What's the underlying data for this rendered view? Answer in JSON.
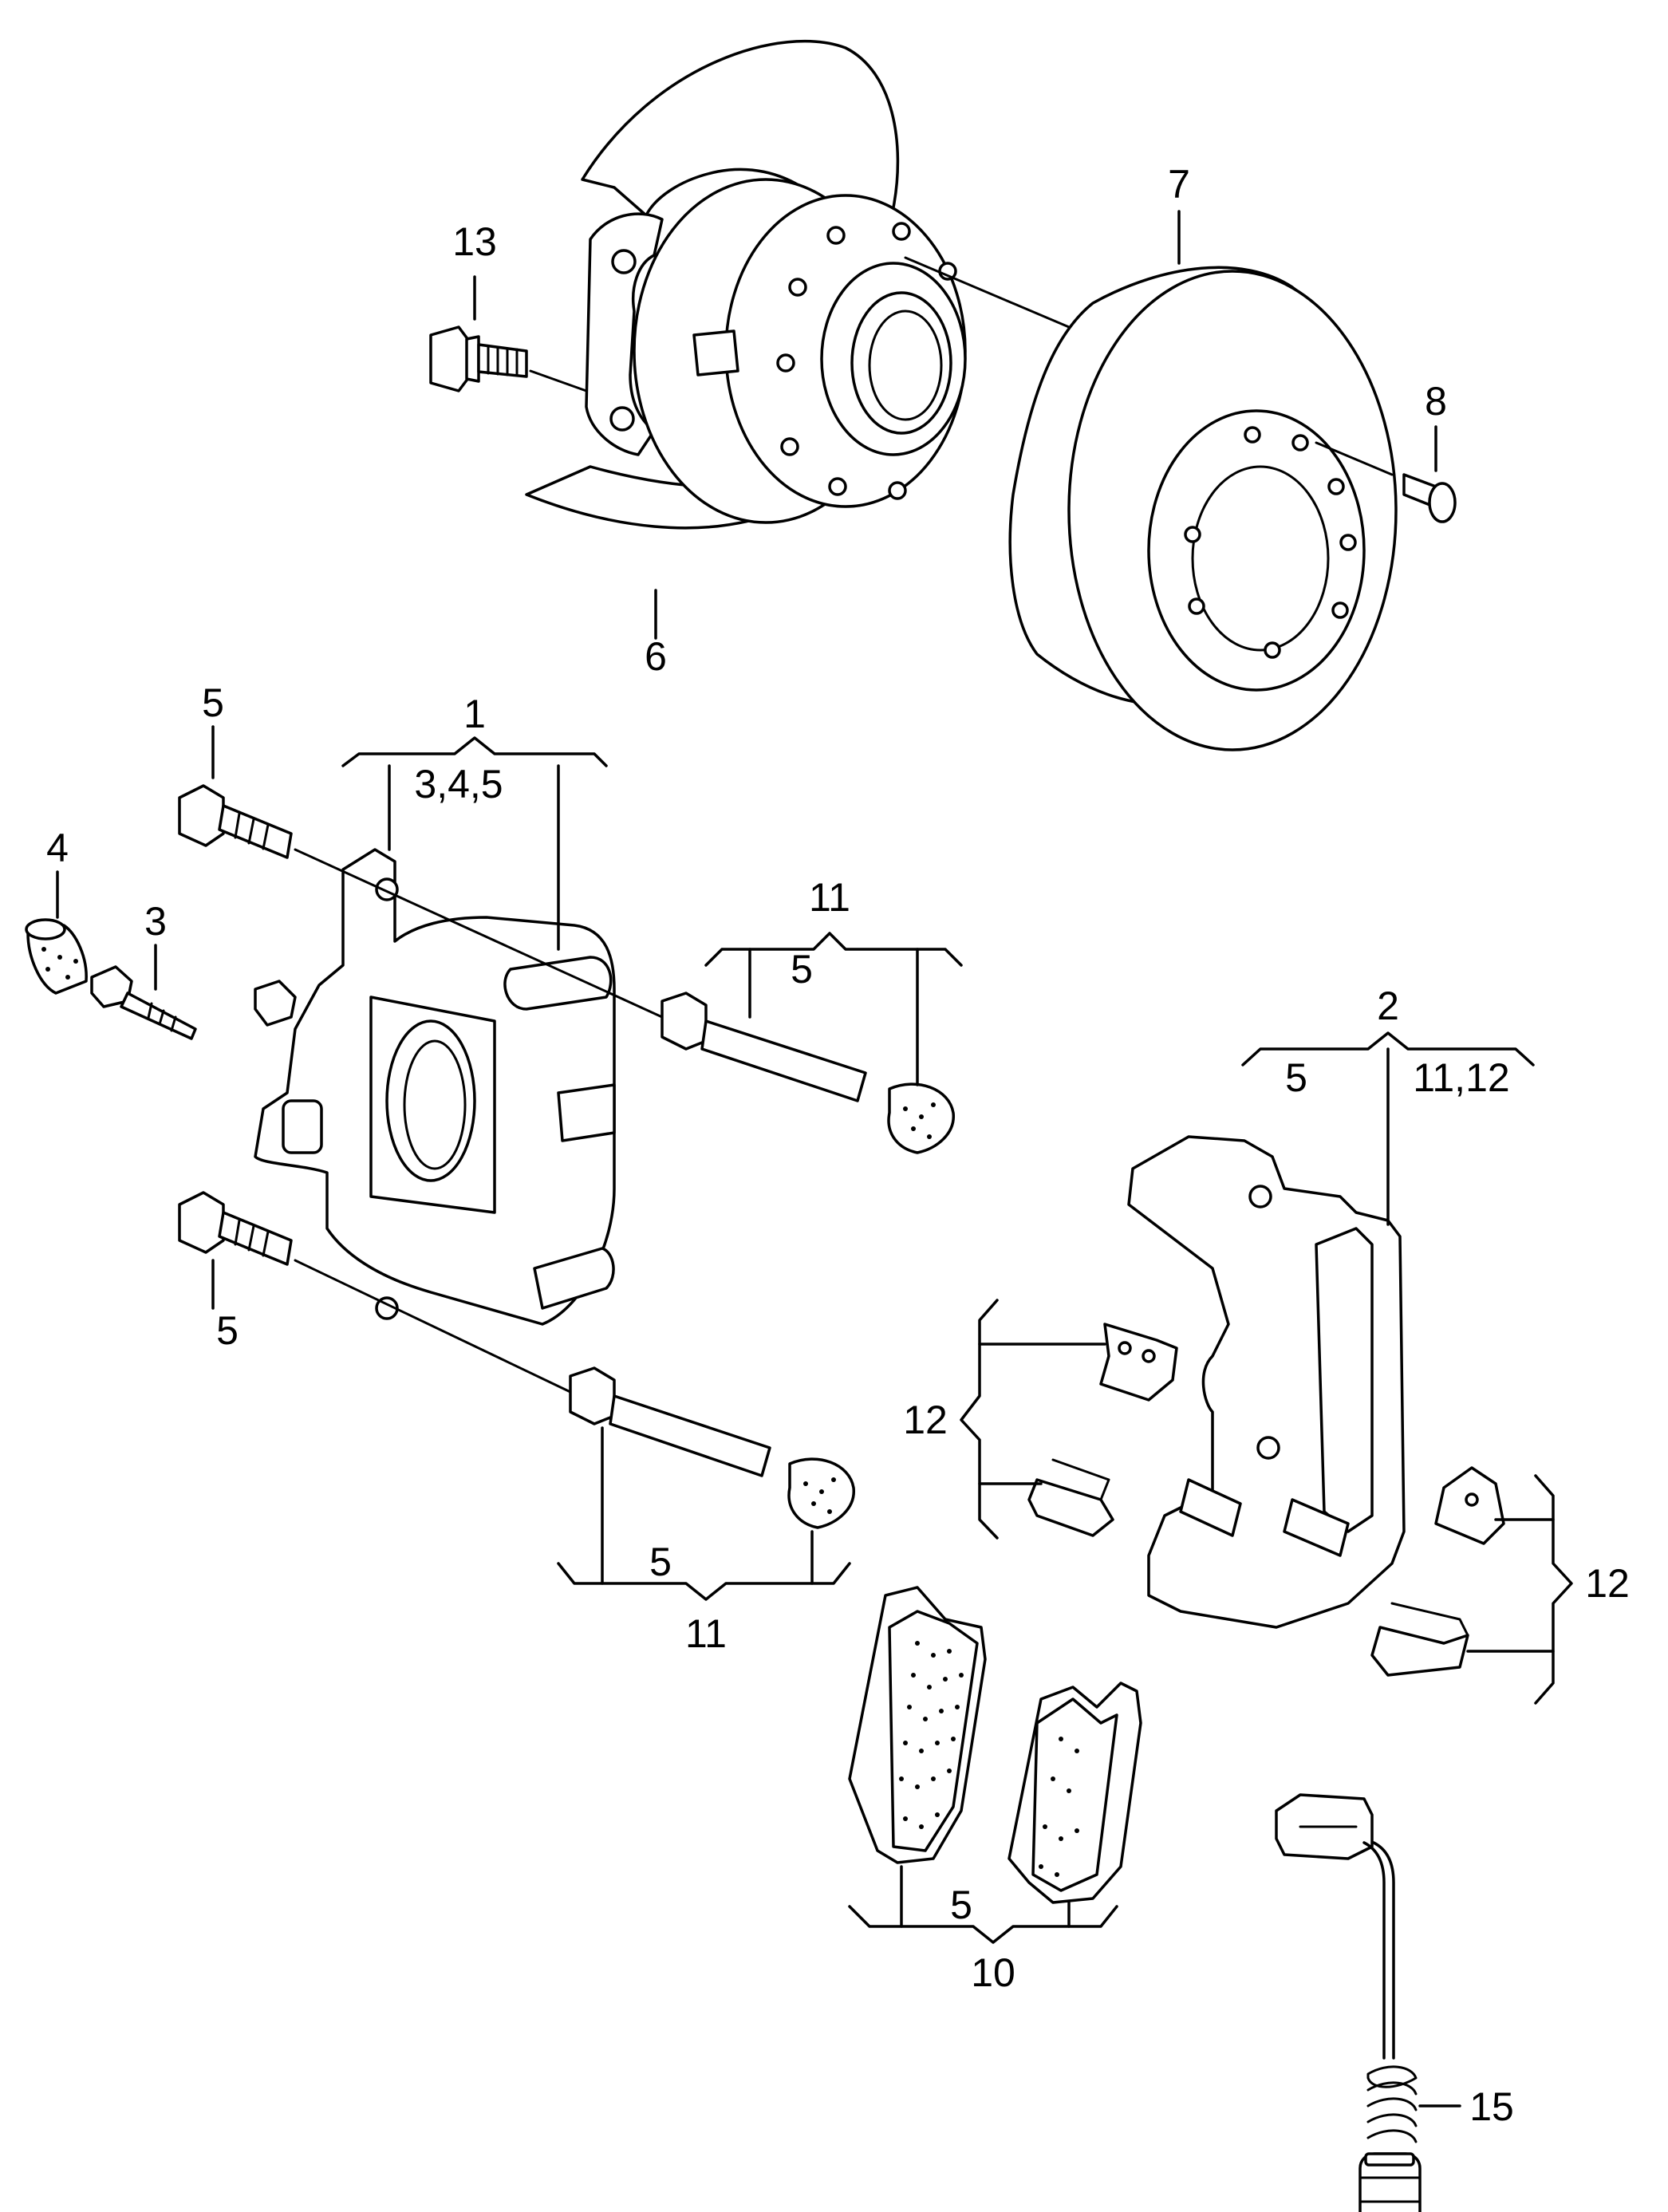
{
  "callouts": {
    "hub_bolt": "13",
    "brake_disc": "7",
    "disc_screw": "8",
    "hub_shield": "6",
    "caliper_assembly": "1",
    "caliper_assembly_includes": "3,4,5",
    "caliper_bolt_upper": "5",
    "caliper_bolt_lower": "5",
    "bleeder_cap": "4",
    "bleeder_screw": "3",
    "guide_pin_set_upper": "11",
    "guide_pin_set_upper_includes": "5",
    "guide_pin_set_lower": "11",
    "guide_pin_set_lower_includes": "5",
    "carrier": "2",
    "carrier_includes_left": "5",
    "carrier_includes_right": "11,12",
    "clip_set_left": "12",
    "clip_set_right": "12",
    "pad_set": "10",
    "pad_set_includes": "5",
    "wear_sensor": "15"
  }
}
